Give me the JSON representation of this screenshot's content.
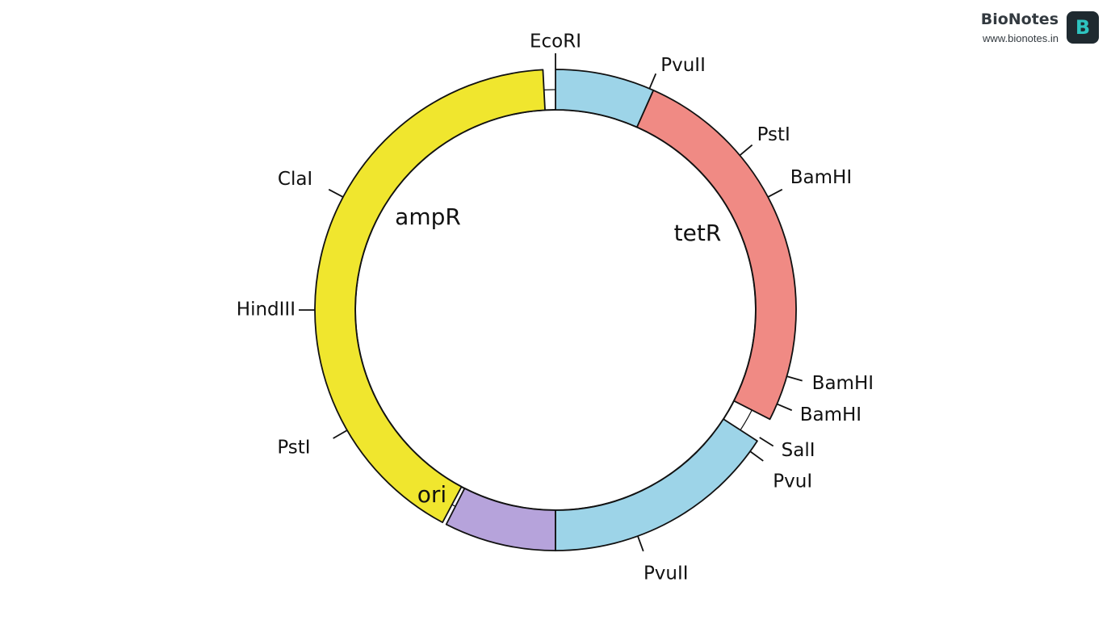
{
  "brand": {
    "name": "BioNotes",
    "url": "www.bionotes.in",
    "logo_letter": "B",
    "logo_bg": "#1f2a30",
    "logo_fg": "#2ec4c0"
  },
  "genes": [
    {
      "name": "ampR",
      "color": "#f0e62e",
      "start_deg": 208,
      "end_deg": 357
    },
    {
      "name": "tetR",
      "color": "#f08a84",
      "start_deg": 24,
      "end_deg": 117
    },
    {
      "name": "ori",
      "color": "#b6a3db",
      "start_deg": 180,
      "end_deg": 207
    },
    {
      "name": "",
      "color": "#9dd4e8",
      "start_deg": 0,
      "end_deg": 24
    },
    {
      "name": "",
      "color": "#9dd4e8",
      "start_deg": 123,
      "end_deg": 180
    }
  ],
  "sites": [
    {
      "name": "EcoRI",
      "deg": 0
    },
    {
      "name": "PvuII",
      "deg": 23
    },
    {
      "name": "PstI",
      "deg": 50
    },
    {
      "name": "BamHI",
      "deg": 62
    },
    {
      "name": "BamHI",
      "deg": 106
    },
    {
      "name": "BamHI",
      "deg": 113
    },
    {
      "name": "SalI",
      "deg": 122
    },
    {
      "name": "PvuI",
      "deg": 126
    },
    {
      "name": "PvuII",
      "deg": 160
    },
    {
      "name": "PstI",
      "deg": 240
    },
    {
      "name": "HindIII",
      "deg": 270
    },
    {
      "name": "ClaI",
      "deg": 298
    }
  ]
}
